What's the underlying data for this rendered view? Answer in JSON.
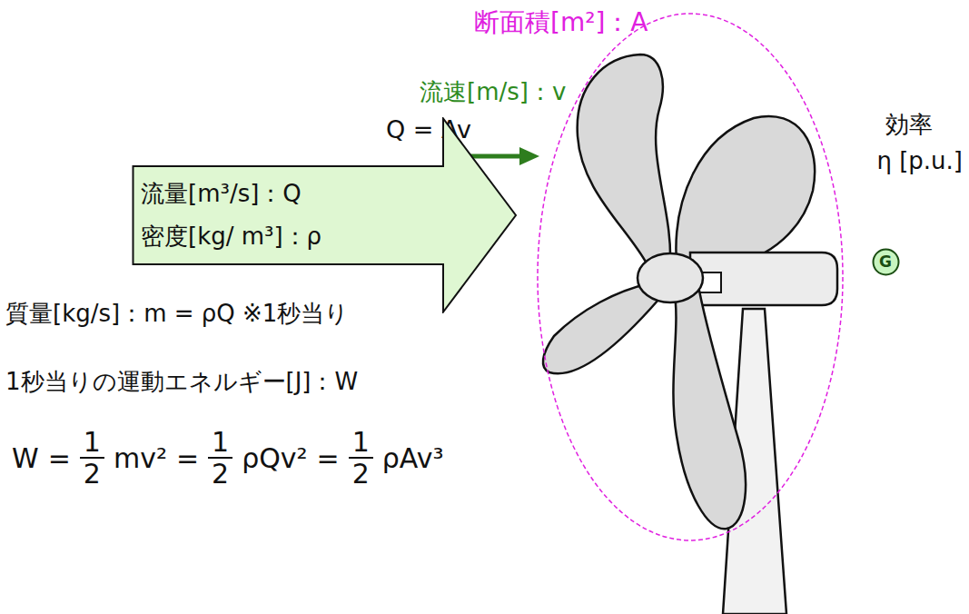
{
  "diagram": {
    "nodes": [
      {
        "text": [
          "流量[m³/s]：Q",
          "密度[kg/ m³]：ρ"
        ]
      },
      {
        "text": [
          "G"
        ]
      }
    ],
    "labels": [
      "断面積[m²]：A",
      "流速[m/s]：v",
      "Q = Av",
      "効率",
      "η [p.u.]",
      "質量[kg/s]：m = ρQ ※1秒当り",
      "1秒当りの運動エネルギー[J]：W",
      "W",
      "=",
      "1",
      "2",
      "mv²",
      "=",
      "1",
      "2",
      "ρQv²",
      "=",
      "1",
      "2",
      "ρAv³"
    ]
  }
}
